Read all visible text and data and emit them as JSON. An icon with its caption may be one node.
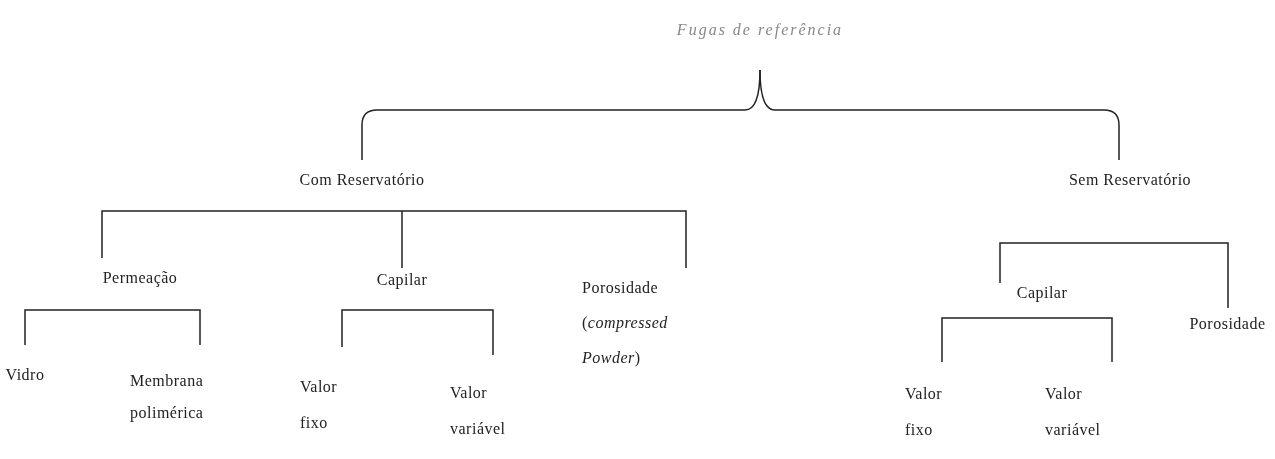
{
  "diagram": {
    "nodes": [
      {
        "text": [
          "Fugas de referência"
        ]
      },
      {
        "text": [
          "Com Reservatório"
        ]
      },
      {
        "text": [
          "Sem Reservatório"
        ]
      },
      {
        "text": [
          "Permeação"
        ]
      },
      {
        "text": [
          "Capilar"
        ]
      },
      {
        "text": [
          "Porosidade (*compressed Powder*)"
        ]
      },
      {
        "text": [
          "Vidro"
        ]
      },
      {
        "text": [
          "Membrana polimérica"
        ]
      },
      {
        "text": [
          "Valor fixo"
        ]
      },
      {
        "text": [
          "Valor variável"
        ]
      },
      {
        "text": [
          "Capilar"
        ]
      },
      {
        "text": [
          "Porosidade"
        ]
      },
      {
        "text": [
          "Valor fixo"
        ]
      },
      {
        "text": [
          "Valor variável"
        ]
      }
    ],
    "edges": [
      {
        "from": 0,
        "to": 1,
        "arrow": "none"
      },
      {
        "from": 0,
        "to": 2,
        "arrow": "none"
      },
      {
        "from": 1,
        "to": 3,
        "arrow": "none"
      },
      {
        "from": 1,
        "to": 4,
        "arrow": "none"
      },
      {
        "from": 1,
        "to": 5,
        "arrow": "none"
      },
      {
        "from": 3,
        "to": 6,
        "arrow": "none"
      },
      {
        "from": 3,
        "to": 7,
        "arrow": "none"
      },
      {
        "from": 4,
        "to": 8,
        "arrow": "none"
      },
      {
        "from": 4,
        "to": 9,
        "arrow": "none"
      },
      {
        "from": 2,
        "to": 10,
        "arrow": "none"
      },
      {
        "from": 2,
        "to": 11,
        "arrow": "none"
      },
      {
        "from": 10,
        "to": 12,
        "arrow": "none"
      },
      {
        "from": 10,
        "to": 13,
        "arrow": "none"
      }
    ]
  }
}
